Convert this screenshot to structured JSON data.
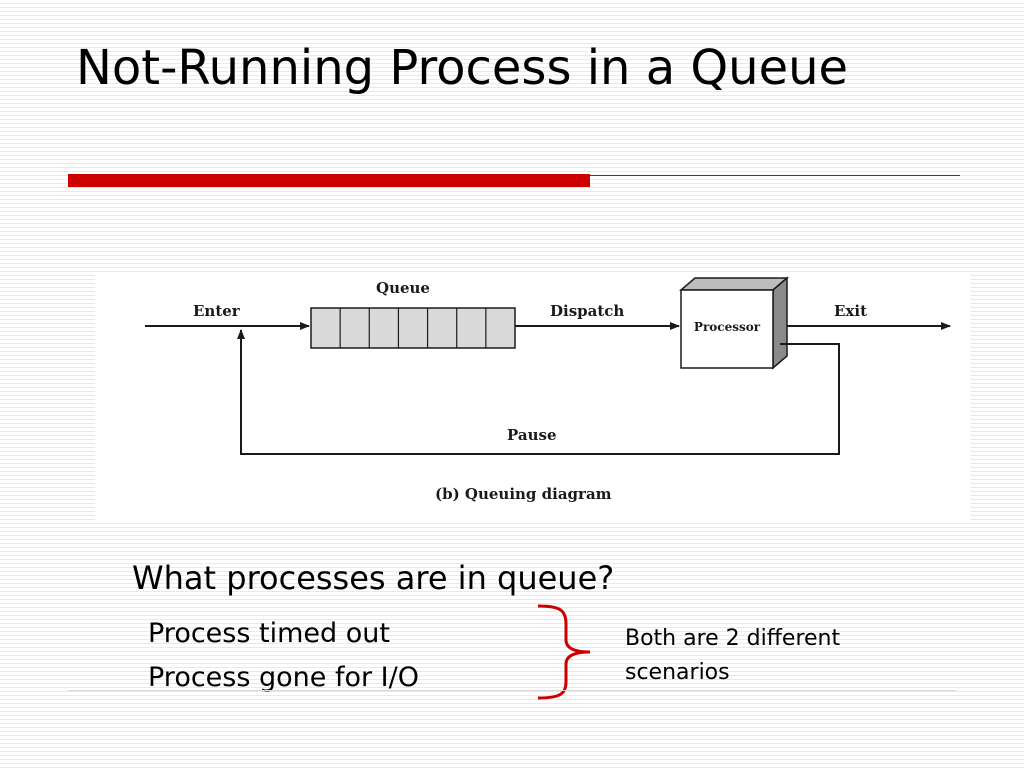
{
  "slide": {
    "title": "Not-Running Process in a Queue",
    "accent_color": "#cc0000"
  },
  "diagram": {
    "enter_label": "Enter",
    "queue_label": "Queue",
    "queue_slots": 7,
    "dispatch_label": "Dispatch",
    "processor_label": "Processor",
    "exit_label": "Exit",
    "pause_label": "Pause",
    "caption": "(b) Queuing diagram"
  },
  "question": "What processes are in queue?",
  "bullets": [
    "Process timed out",
    "Process gone for I/O"
  ],
  "brace_note": "Both are 2 different scenarios",
  "brace_color": "#cc0000"
}
